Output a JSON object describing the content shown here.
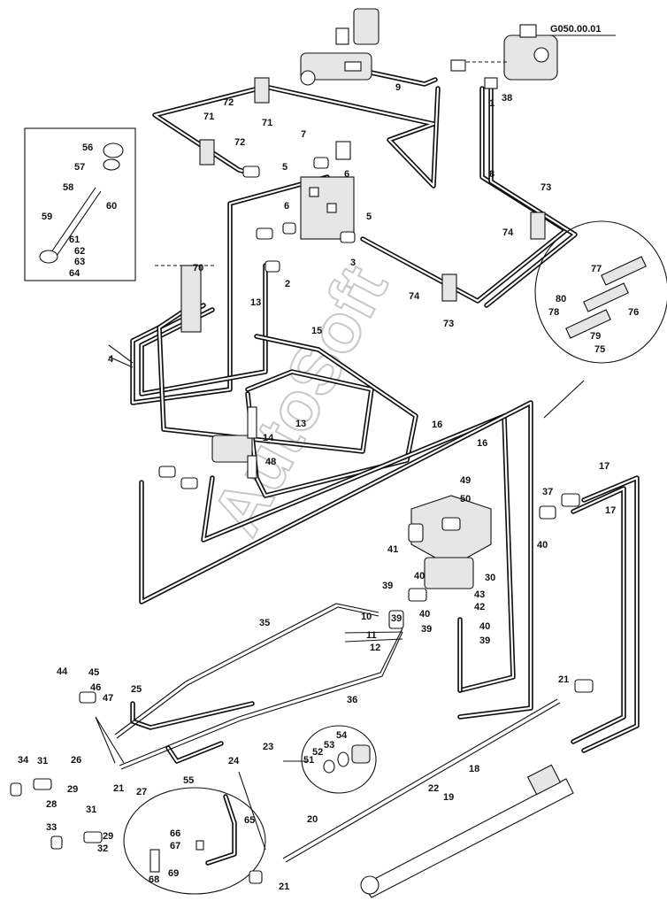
{
  "drawing": {
    "reference_code": "G050.00.01",
    "watermark": "AutoSoft"
  },
  "callouts": [
    "1",
    "2",
    "3",
    "4",
    "5",
    "5",
    "6",
    "6",
    "7",
    "8",
    "9",
    "10",
    "11",
    "12",
    "13",
    "13",
    "14",
    "15",
    "16",
    "16",
    "17",
    "17",
    "18",
    "19",
    "20",
    "21",
    "21",
    "21",
    "22",
    "23",
    "24",
    "25",
    "26",
    "27",
    "28",
    "29",
    "29",
    "30",
    "31",
    "31",
    "32",
    "33",
    "34",
    "35",
    "36",
    "37",
    "38",
    "39",
    "39",
    "39",
    "39",
    "40",
    "40",
    "40",
    "40",
    "41",
    "42",
    "43",
    "44",
    "45",
    "46",
    "47",
    "48",
    "49",
    "50",
    "51",
    "52",
    "53",
    "54",
    "55",
    "56",
    "57",
    "58",
    "59",
    "60",
    "61",
    "62",
    "63",
    "64",
    "65",
    "66",
    "67",
    "68",
    "69",
    "70",
    "71",
    "71",
    "72",
    "72",
    "73",
    "73",
    "74",
    "74",
    "75",
    "76",
    "77",
    "78",
    "79",
    "80"
  ]
}
